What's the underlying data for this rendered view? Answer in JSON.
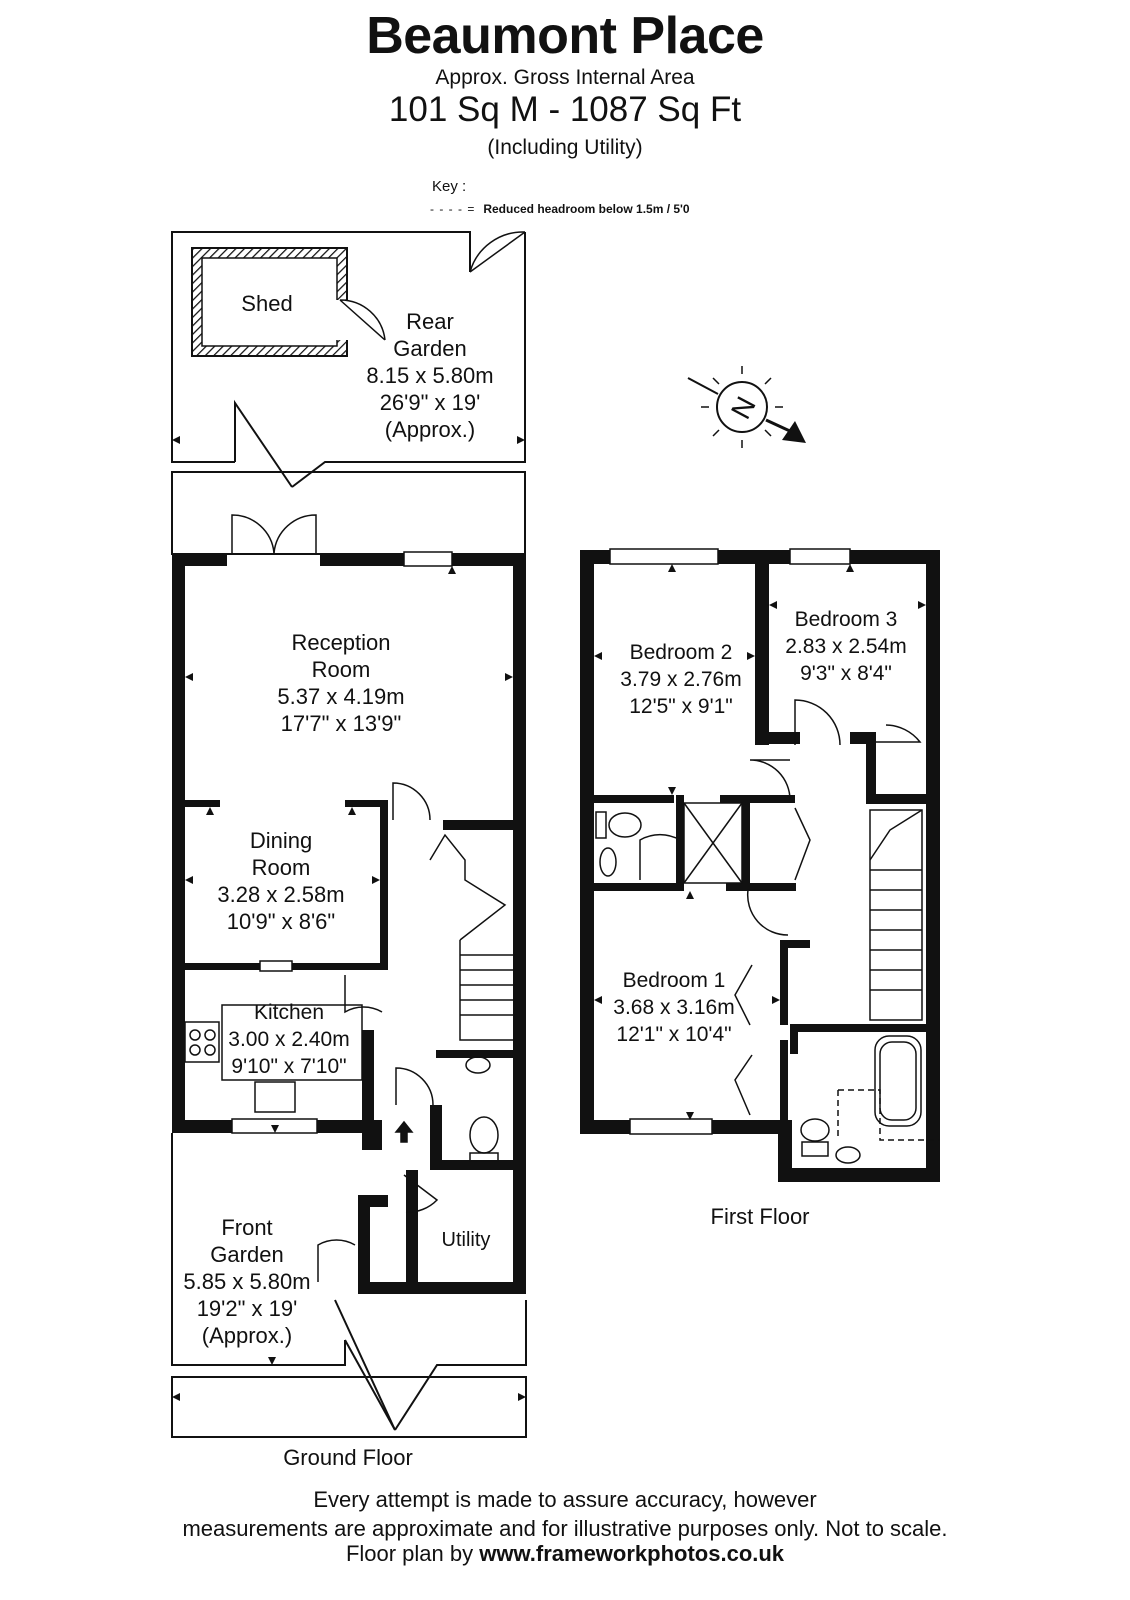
{
  "header": {
    "title": "Beaumont Place",
    "subtitle": "Approx. Gross Internal Area",
    "area": "101 Sq M - 1087 Sq Ft",
    "including": "(Including Utility)",
    "key_label": "Key :",
    "key_symbol": "- - - - =",
    "key_text": "Reduced  headroom below 1.5m / 5'0"
  },
  "ground_floor": {
    "label": "Ground Floor",
    "rooms": [
      {
        "id": "shed",
        "lines": [
          "Shed"
        ]
      },
      {
        "id": "rear-garden",
        "lines": [
          "Rear",
          "Garden",
          "8.15 x 5.80m",
          "26'9\" x 19'",
          "(Approx.)"
        ]
      },
      {
        "id": "reception-room",
        "lines": [
          "Reception",
          "Room",
          "5.37 x 4.19m",
          "17'7\" x 13'9\""
        ]
      },
      {
        "id": "dining-room",
        "lines": [
          "Dining",
          "Room",
          "3.28 x 2.58m",
          "10'9\" x 8'6\""
        ]
      },
      {
        "id": "kitchen",
        "lines": [
          "Kitchen",
          "3.00 x 2.40m",
          "9'10\" x 7'10\""
        ]
      },
      {
        "id": "utility",
        "lines": [
          "Utility"
        ]
      },
      {
        "id": "front-garden",
        "lines": [
          "Front",
          "Garden",
          "5.85 x 5.80m",
          "19'2\" x 19'",
          "(Approx.)"
        ]
      }
    ]
  },
  "first_floor": {
    "label": "First Floor",
    "rooms": [
      {
        "id": "bedroom-2",
        "lines": [
          "Bedroom 2",
          "3.79 x 2.76m",
          "12'5\" x 9'1\""
        ]
      },
      {
        "id": "bedroom-3",
        "lines": [
          "Bedroom 3",
          "2.83 x 2.54m",
          "9'3\" x 8'4\""
        ]
      },
      {
        "id": "bedroom-1",
        "lines": [
          "Bedroom 1",
          "3.68 x 3.16m",
          "12'1\" x 10'4\""
        ]
      }
    ]
  },
  "compass": {
    "letter": "N"
  },
  "footer": {
    "disclaimer_line1": "Every attempt is made to assure accuracy, however",
    "disclaimer_line2": "measurements are approximate and for illustrative purposes only. Not to scale.",
    "credit_prefix": "Floor plan by",
    "credit_url": "www.frameworkphotos.co.uk"
  }
}
